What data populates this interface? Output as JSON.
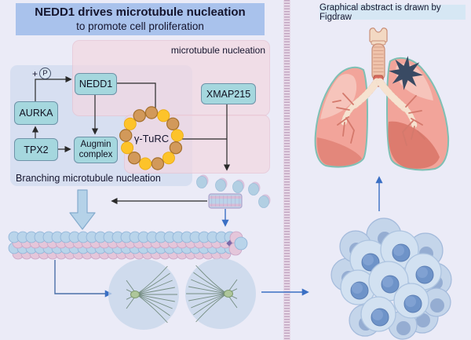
{
  "title": {
    "line1": "NEDD1 drives microtubule nucleation",
    "line2": "to promote cell proliferation"
  },
  "credit": "Graphical abstract is drawn by Figdraw",
  "pathway": {
    "nedd1": "NEDD1",
    "aurka": "AURKA",
    "tpx2": "TPX2",
    "augmin_line1": "Augmin",
    "augmin_line2": "complex",
    "xmap215": "XMAP215",
    "gturc": "γ-TuRC",
    "phospho_plus": "+",
    "phospho_p": "P",
    "region_label": "microtubule nucleation",
    "panel_label": "Branching microtubule nucleation"
  },
  "icons": [
    "phospho-p-icon",
    "gamma-turc-ring",
    "tubulin-dimer-icons",
    "microtubule-seed-icon",
    "microtubule-icon",
    "big-down-arrow-icon",
    "mitotic-spindle-icon",
    "tumor-cell-cluster-icon",
    "lungs-icon",
    "tumor-star-icon"
  ],
  "colors": {
    "background": "#ebebf7",
    "title-bg": "#a9c2ec",
    "credit-bg": "#d6e7f4",
    "panel-blue": "#d7dff1",
    "panel-pink": "#f2d8e2",
    "node-fill": "#a5d7de",
    "node-border": "#6e93a8",
    "ring-yellow": "#fdc32a",
    "ring-tan": "#d2995a",
    "divider": "#c2a6c2",
    "arrow": "#2a2a2a",
    "arrow-blue": "#3a6fc4",
    "mt-blue": "#b9d4ea",
    "mt-pink": "#e4c6da",
    "cell-fill": "#d2e1f1",
    "nucleus": "#6e93c8",
    "lung-pink": "#f2a49a",
    "lung-outline": "#7ec0b4",
    "tumor-star": "#394a63",
    "text-dark": "#15152e"
  }
}
